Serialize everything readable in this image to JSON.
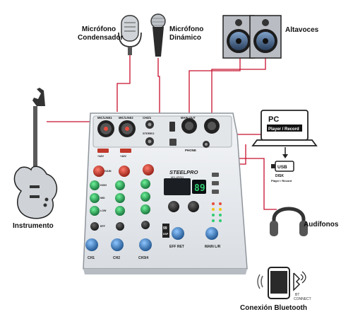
{
  "labels": {
    "mic_condenser_line1": "Micrófono",
    "mic_condenser_line2": "Condensador",
    "mic_dynamic_line1": "Micrófono",
    "mic_dynamic_line2": "Dinámico",
    "speakers": "Altavoces",
    "instrument": "Instrumento",
    "headphones": "Audífonos",
    "bluetooth": "Conexión Bluetooth"
  },
  "pc": {
    "title": "PC",
    "subtitle": "Player / Record"
  },
  "usb": {
    "title": "USB",
    "line1": "DISK",
    "line2": "Player / Record"
  },
  "bt_badge": {
    "line1": "BT",
    "line2": "CONNECT"
  },
  "mixer": {
    "brand": "STEELPRO",
    "model": "MX-4PRO",
    "display_value": "89",
    "jack_mic_line1": "MIC/LINE1",
    "jack_mic_line2": "MIC/LINE2",
    "jack_ch34": "CH3/4",
    "jack_main_out": "MAIN OUT",
    "stereo_label": "STEREO",
    "phone_label": "PHONE",
    "plus48v_1": "+48V",
    "plus48v_2": "+48V",
    "channel_labels": [
      "CH1",
      "CH2",
      "CH3/4",
      "EFF RET",
      "MAIN L/R"
    ],
    "gain_label": "GAIN",
    "high_label": "HIGH",
    "mid_label": "MID",
    "low_label": "LOW",
    "eff_label": "EFF",
    "knob_marks": [
      "HI",
      "MID",
      "LOW"
    ],
    "preset_label": "99",
    "preset_sub": "DSP"
  },
  "colors": {
    "cable_red": "#c8102e",
    "mixer_body": "#e9ecef",
    "knob_red": "#c0392b",
    "knob_green": "#27ae60",
    "knob_blue": "#2f7fc1",
    "display_green": "#2ecc71"
  }
}
